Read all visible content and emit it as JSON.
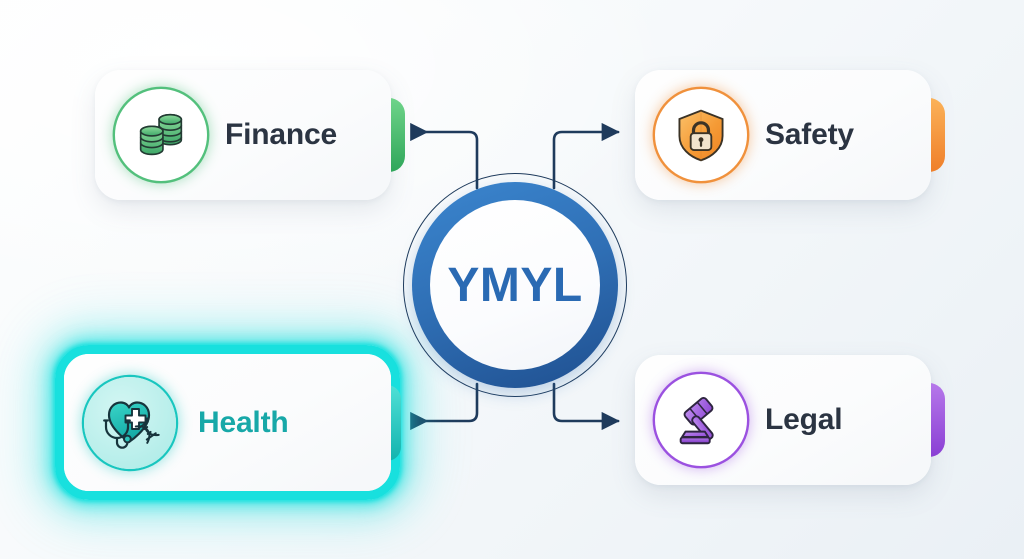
{
  "diagram": {
    "title": "YMYL",
    "hub": {
      "label": "YMYL",
      "ring_color": "#2f6fb5",
      "text_color": "#2a6ab3"
    },
    "background_color": "#f3f7fa",
    "connector_color": "#1f3b5c"
  },
  "cards": [
    {
      "id": "finance",
      "label": "Finance",
      "icon": "coins-icon",
      "accent_color": "#3bb768",
      "accent_gradient_from": "#6fd48a",
      "accent_gradient_to": "#2fa65a",
      "badge_ring_color": "#53c07c",
      "label_color": "#2b3442",
      "highlighted": false
    },
    {
      "id": "safety",
      "label": "Safety",
      "icon": "shield-lock-icon",
      "accent_color": "#f2913a",
      "accent_gradient_from": "#fbb258",
      "accent_gradient_to": "#ef7f2a",
      "badge_ring_color": "#f0913c",
      "label_color": "#2b3442",
      "highlighted": false
    },
    {
      "id": "health",
      "label": "Health",
      "icon": "heart-stethoscope-dna-icon",
      "accent_color": "#19c6bf",
      "accent_gradient_from": "#4fe0d6",
      "accent_gradient_to": "#13b3ae",
      "badge_ring_color": "#19c6bf",
      "label_color": "#17a8a8",
      "highlighted": true,
      "highlight_color": "#18e0de"
    },
    {
      "id": "legal",
      "label": "Legal",
      "icon": "gavel-icon",
      "accent_color": "#9b51e0",
      "accent_gradient_from": "#b678ea",
      "accent_gradient_to": "#8a3fd4",
      "badge_ring_color": "#9b51e0",
      "label_color": "#2b3442",
      "highlighted": false
    }
  ]
}
